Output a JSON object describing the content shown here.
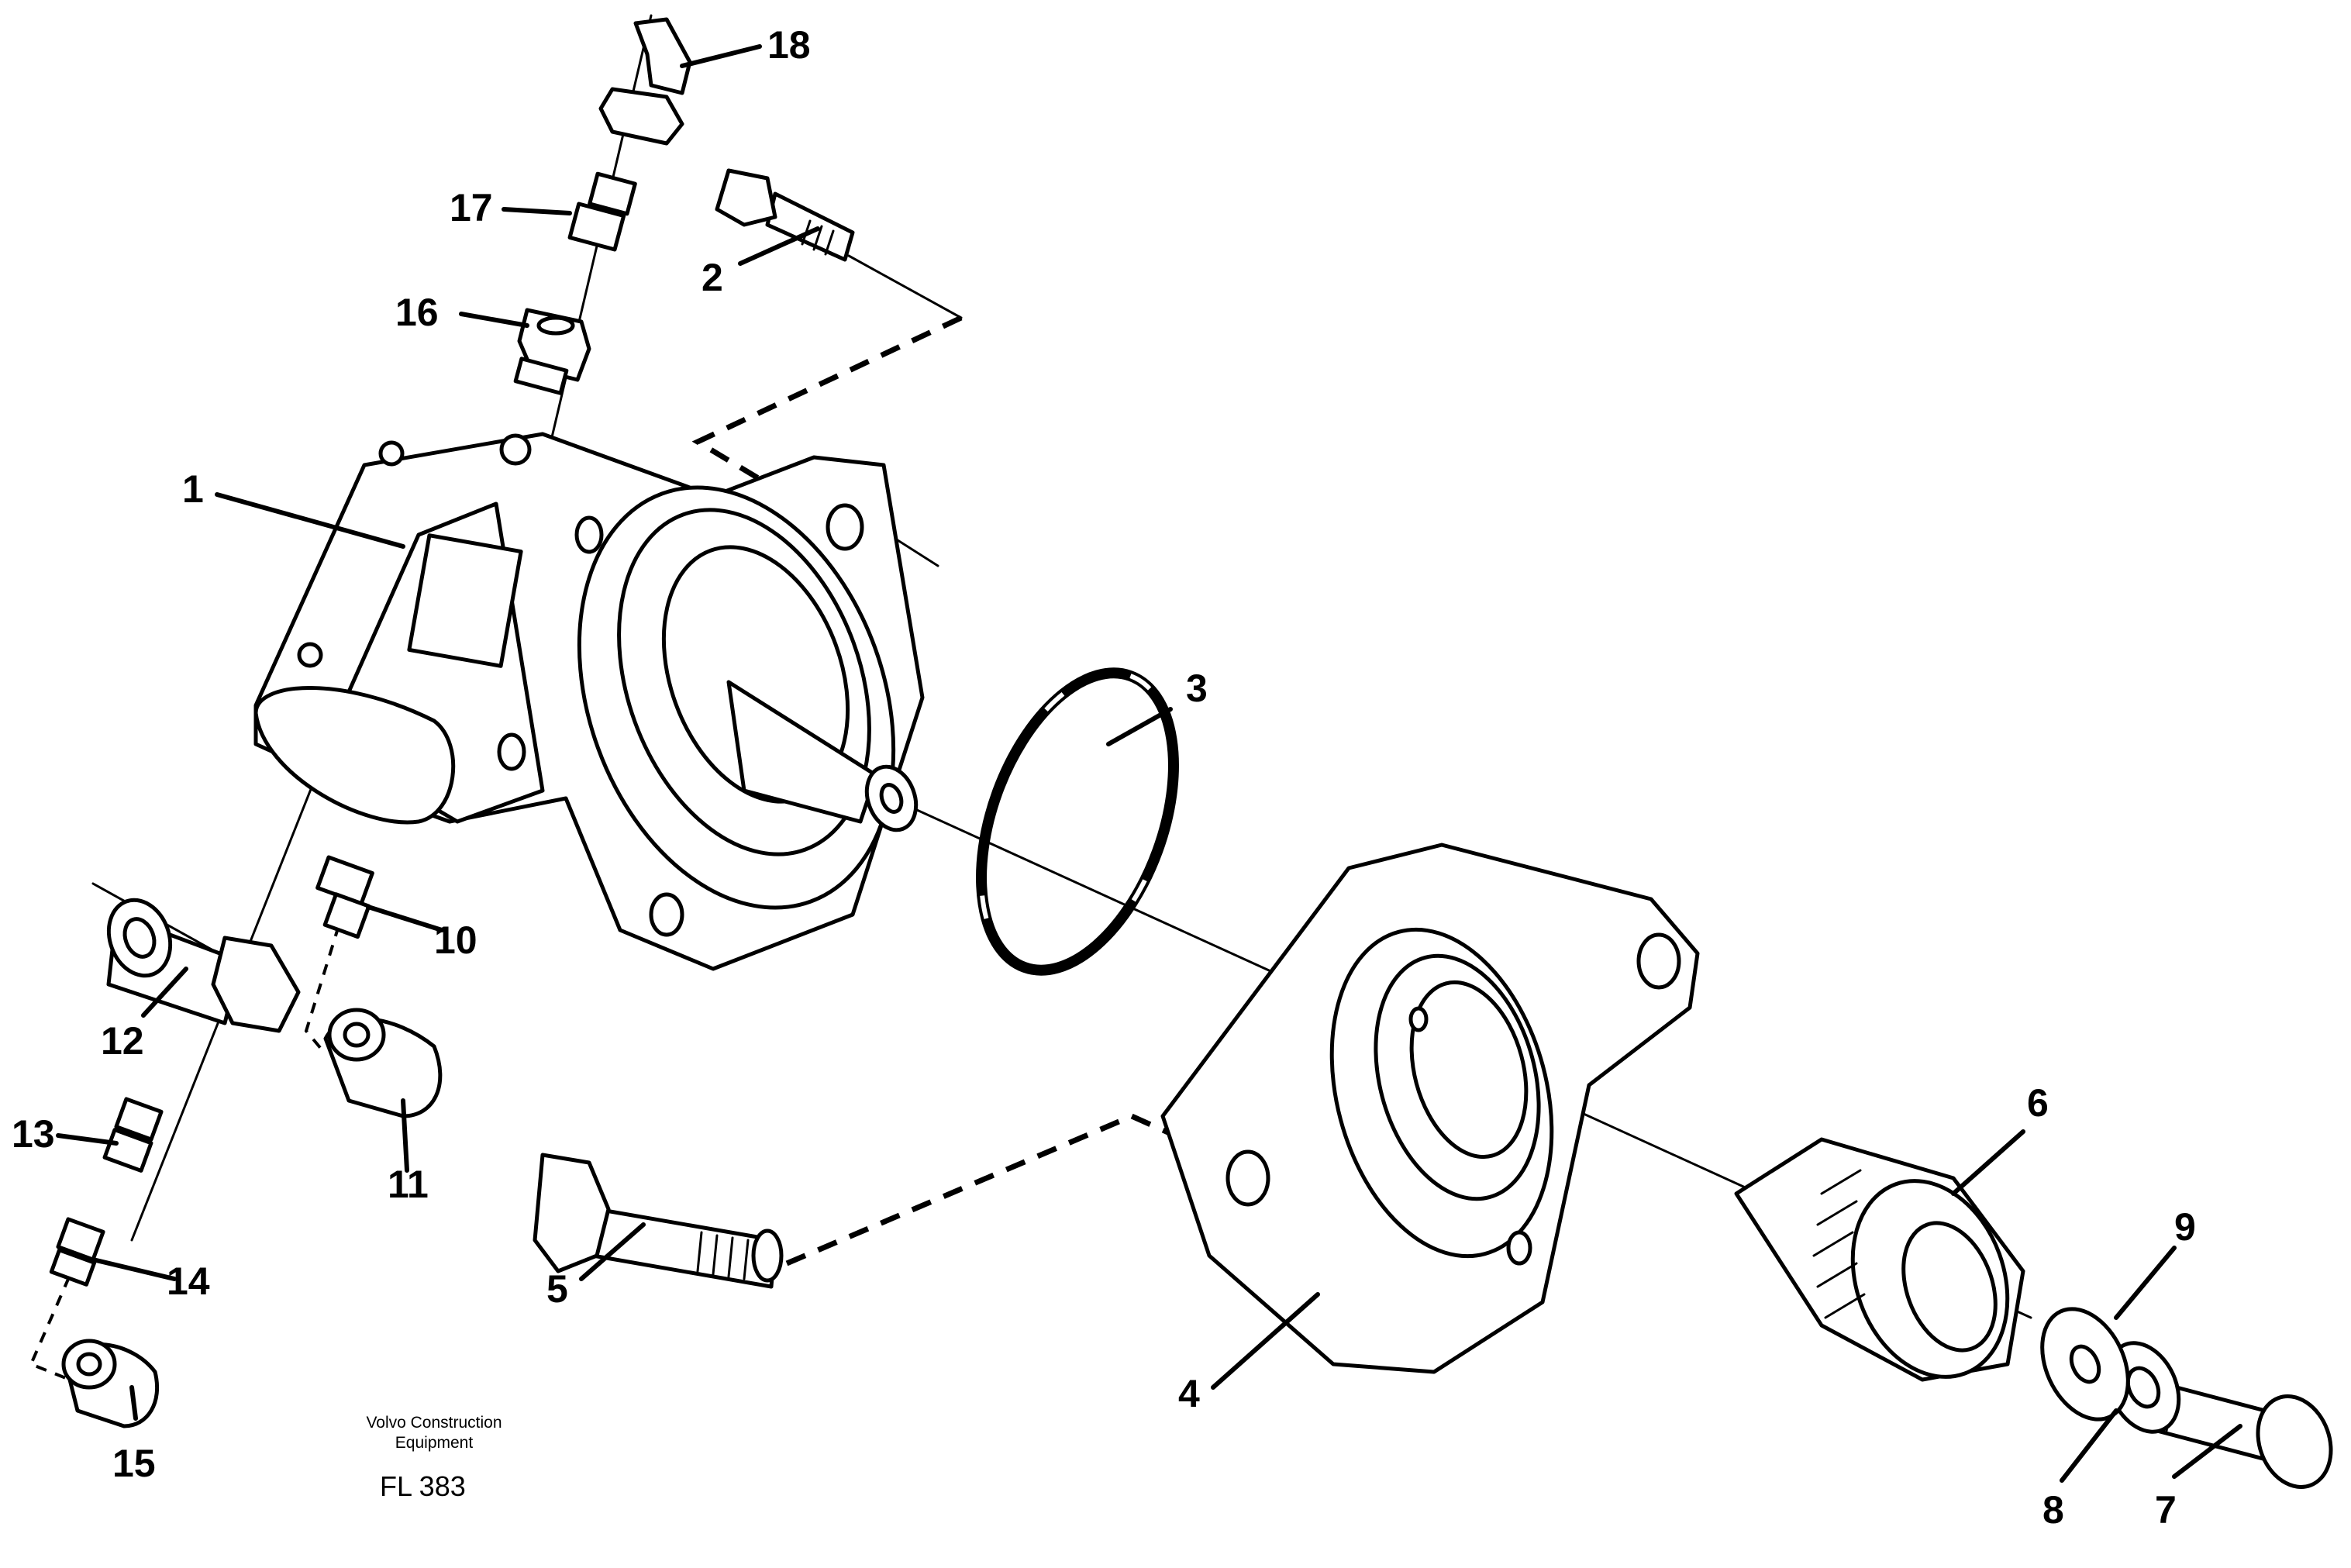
{
  "parts": [
    {
      "id": "1",
      "label": "1"
    },
    {
      "id": "2",
      "label": "2"
    },
    {
      "id": "3",
      "label": "3"
    },
    {
      "id": "4",
      "label": "4"
    },
    {
      "id": "5",
      "label": "5"
    },
    {
      "id": "6",
      "label": "6"
    },
    {
      "id": "7",
      "label": "7"
    },
    {
      "id": "8",
      "label": "8"
    },
    {
      "id": "9",
      "label": "9"
    },
    {
      "id": "10",
      "label": "10"
    },
    {
      "id": "11",
      "label": "11"
    },
    {
      "id": "12",
      "label": "12"
    },
    {
      "id": "13",
      "label": "13"
    },
    {
      "id": "14",
      "label": "14"
    },
    {
      "id": "15",
      "label": "15"
    },
    {
      "id": "16",
      "label": "16"
    },
    {
      "id": "17",
      "label": "17"
    },
    {
      "id": "18",
      "label": "18"
    }
  ],
  "credit": {
    "line1": "Volvo Construction",
    "line2": "Equipment",
    "code": "FL 383"
  }
}
